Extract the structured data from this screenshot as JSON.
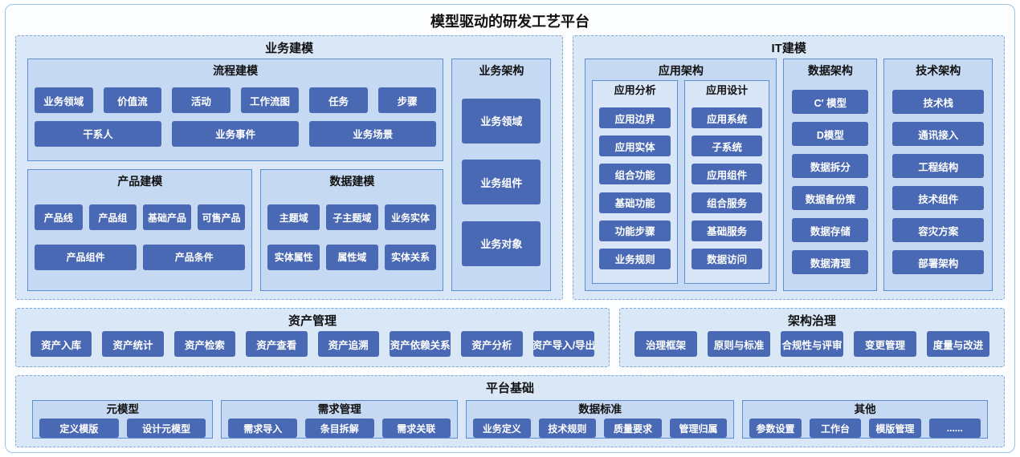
{
  "page_title": "模型驱动的研发工艺平台",
  "business_modeling": {
    "title": "业务建模",
    "process": {
      "title": "流程建模",
      "row1": [
        "业务领域",
        "价值流",
        "活动",
        "工作流图",
        "任务",
        "步骤"
      ],
      "row2": [
        "干系人",
        "业务事件",
        "业务场景"
      ]
    },
    "product": {
      "title": "产品建模",
      "row1": [
        "产品线",
        "产品组",
        "基础产品",
        "可售产品"
      ],
      "row2": [
        "产品组件",
        "产品条件"
      ]
    },
    "data": {
      "title": "数据建模",
      "row1": [
        "主题域",
        "子主题域",
        "业务实体"
      ],
      "row2": [
        "实体属性",
        "属性域",
        "实体关系"
      ]
    },
    "biz_arch": {
      "title": "业务架构",
      "items": [
        "业务领域",
        "业务组件",
        "业务对象"
      ]
    }
  },
  "it_modeling": {
    "title": "IT建模",
    "app_arch": {
      "title": "应用架构",
      "analysis": {
        "title": "应用分析",
        "items": [
          "应用边界",
          "应用实体",
          "组合功能",
          "基础功能",
          "功能步骤",
          "业务规则"
        ]
      },
      "design": {
        "title": "应用设计",
        "items": [
          "应用系统",
          "子系统",
          "应用组件",
          "组合服务",
          "基础服务",
          "数据访问"
        ]
      }
    },
    "data_arch": {
      "title": "数据架构",
      "items": [
        "C′ 模型",
        "D模型",
        "数据拆分",
        "数据备份策",
        "数据存储",
        "数据清理"
      ]
    },
    "tech_arch": {
      "title": "技术架构",
      "items": [
        "技术栈",
        "通讯接入",
        "工程结构",
        "技术组件",
        "容灾方案",
        "部署架构"
      ]
    }
  },
  "asset_management": {
    "title": "资产管理",
    "items": [
      "资产入库",
      "资产统计",
      "资产检索",
      "资产查看",
      "资产追溯",
      "资产依赖关系",
      "资产分析",
      "资产导入/导出"
    ]
  },
  "governance": {
    "title": "架构治理",
    "items": [
      "治理框架",
      "原则与标准",
      "合规性与评审",
      "变更管理",
      "度量与改进"
    ]
  },
  "platform": {
    "title": "平台基础",
    "meta_model": {
      "title": "元模型",
      "items": [
        "定义模版",
        "设计元模型"
      ]
    },
    "requirements": {
      "title": "需求管理",
      "items": [
        "需求导入",
        "条目拆解",
        "需求关联"
      ]
    },
    "data_standard": {
      "title": "数据标准",
      "items": [
        "业务定义",
        "技术规则",
        "质量要求",
        "管理归属"
      ]
    },
    "others": {
      "title": "其他",
      "items": [
        "参数设置",
        "工作台",
        "模版管理",
        "......"
      ]
    }
  },
  "colors": {
    "button_blue": "#4a69b4",
    "panel_bg": "#c6d9f2",
    "subpanel_bg": "#d9e6f8",
    "section_bg": "#d9e7f7",
    "solid_border": "#5b8ed6",
    "dashed_border": "#7ea9d8",
    "frame_border": "#9cc2e5"
  }
}
